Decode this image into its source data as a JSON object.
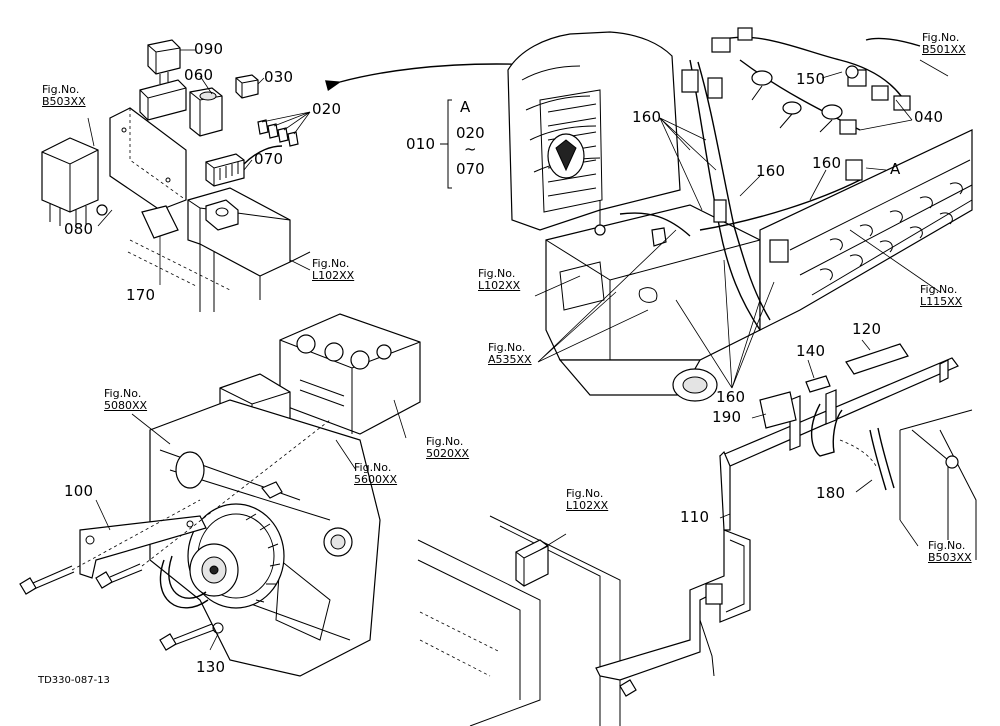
{
  "figure_code": "TD330-087-13",
  "part_numbers": {
    "p090": "090",
    "p060": "060",
    "p030": "030",
    "p020": "020",
    "p070": "070",
    "p080": "080",
    "p170": "170",
    "p010": "010",
    "p150": "150",
    "p040": "040",
    "p160a": "160",
    "p160b": "160",
    "p160c": "160",
    "p160d": "160",
    "p120": "120",
    "p140": "140",
    "p190": "190",
    "p180": "180",
    "p110": "110",
    "p100": "100",
    "p130": "130"
  },
  "group": {
    "letter": "A",
    "first": "020",
    "tilde": "~",
    "last": "070"
  },
  "section_marker": "A",
  "fig_refs": {
    "b503_top": {
      "label": "Fig.No.",
      "code": "B503XX"
    },
    "l102_top": {
      "label": "Fig.No.",
      "code": "L102XX"
    },
    "b501": {
      "label": "Fig.No.",
      "code": "B501XX"
    },
    "l102_mid": {
      "label": "Fig.No.",
      "code": "L102XX"
    },
    "l115": {
      "label": "Fig.No.",
      "code": "L115XX"
    },
    "a535": {
      "label": "Fig.No.",
      "code": "A535XX"
    },
    "f5080": {
      "label": "Fig.No.",
      "code": "5080XX"
    },
    "f5020": {
      "label": "Fig.No.",
      "code": "5020XX"
    },
    "f5600": {
      "label": "Fig.No.",
      "code": "5600XX"
    },
    "l102_bot": {
      "label": "Fig.No.",
      "code": "L102XX"
    },
    "b503_bot": {
      "label": "Fig.No.",
      "code": "B503XX"
    }
  },
  "icons": {
    "arrow": "curved-arrow-icon"
  }
}
